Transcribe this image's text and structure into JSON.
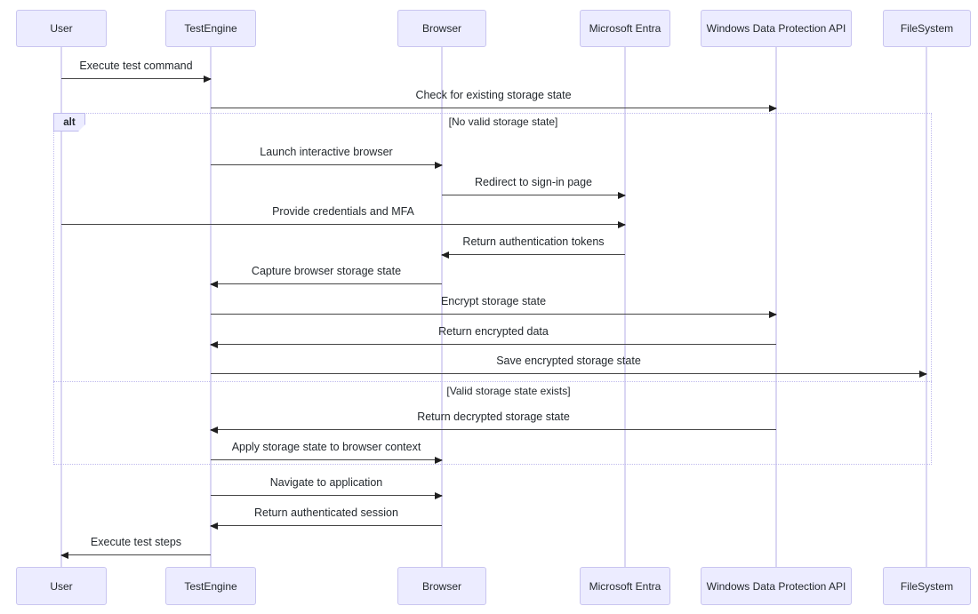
{
  "diagram": {
    "type": "sequence",
    "participants": [
      {
        "id": "user",
        "label": "User"
      },
      {
        "id": "test-engine",
        "label": "TestEngine"
      },
      {
        "id": "browser",
        "label": "Browser"
      },
      {
        "id": "microsoft-entra",
        "label": "Microsoft Entra"
      },
      {
        "id": "wdp-api",
        "label": "Windows Data Protection API"
      },
      {
        "id": "filesystem",
        "label": "FileSystem"
      }
    ],
    "messages": [
      {
        "from": "User",
        "to": "TestEngine",
        "label": "Execute test command"
      },
      {
        "from": "TestEngine",
        "to": "Windows Data Protection API",
        "label": "Check for existing storage state"
      },
      {
        "from": "TestEngine",
        "to": "Browser",
        "label": "Launch interactive browser"
      },
      {
        "from": "Browser",
        "to": "Microsoft Entra",
        "label": "Redirect to sign-in page"
      },
      {
        "from": "User",
        "to": "Microsoft Entra",
        "label": "Provide credentials and MFA"
      },
      {
        "from": "Microsoft Entra",
        "to": "Browser",
        "label": "Return authentication tokens"
      },
      {
        "from": "Browser",
        "to": "TestEngine",
        "label": "Capture browser storage state"
      },
      {
        "from": "TestEngine",
        "to": "Windows Data Protection API",
        "label": "Encrypt storage state"
      },
      {
        "from": "Windows Data Protection API",
        "to": "TestEngine",
        "label": "Return encrypted data"
      },
      {
        "from": "TestEngine",
        "to": "FileSystem",
        "label": "Save encrypted storage state"
      },
      {
        "from": "Windows Data Protection API",
        "to": "TestEngine",
        "label": "Return decrypted storage state"
      },
      {
        "from": "TestEngine",
        "to": "Browser",
        "label": "Apply storage state to browser context"
      },
      {
        "from": "TestEngine",
        "to": "Browser",
        "label": "Navigate to application"
      },
      {
        "from": "Browser",
        "to": "TestEngine",
        "label": "Return authenticated session"
      },
      {
        "from": "TestEngine",
        "to": "User",
        "label": "Execute test steps"
      }
    ],
    "alt_block": {
      "label": "alt",
      "branches": [
        "[No valid storage state]",
        "[Valid storage state exists]"
      ]
    },
    "colors": {
      "actor_fill": "#ECECFF",
      "actor_border": "#c9c5f0",
      "lifeline": "#dad6f3",
      "message_line": "#454545",
      "arrow_head": "#1f1f1f",
      "frame_border": "#bfbaee",
      "text": "#24292e"
    }
  }
}
